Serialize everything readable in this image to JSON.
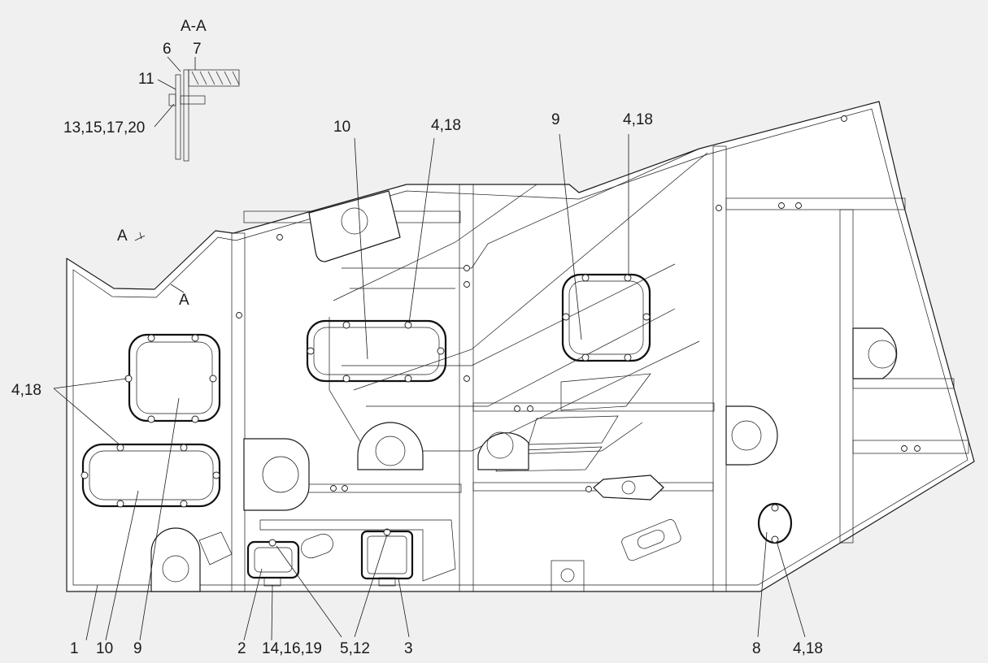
{
  "section": {
    "title": "A-A",
    "parts": [
      "6",
      "7",
      "11",
      "13,15,17,20"
    ]
  },
  "markers": {
    "a_top": "A",
    "a_bottom": "A"
  },
  "callouts": {
    "top_10": "10",
    "top_4_18_left": "4,18",
    "top_9": "9",
    "top_4_18_right": "4,18",
    "side_4_18": "4,18"
  },
  "bottom_labels": [
    "1",
    "10",
    "9",
    "2",
    "14,16,19",
    "5,12",
    "3",
    "8",
    "4,18"
  ]
}
